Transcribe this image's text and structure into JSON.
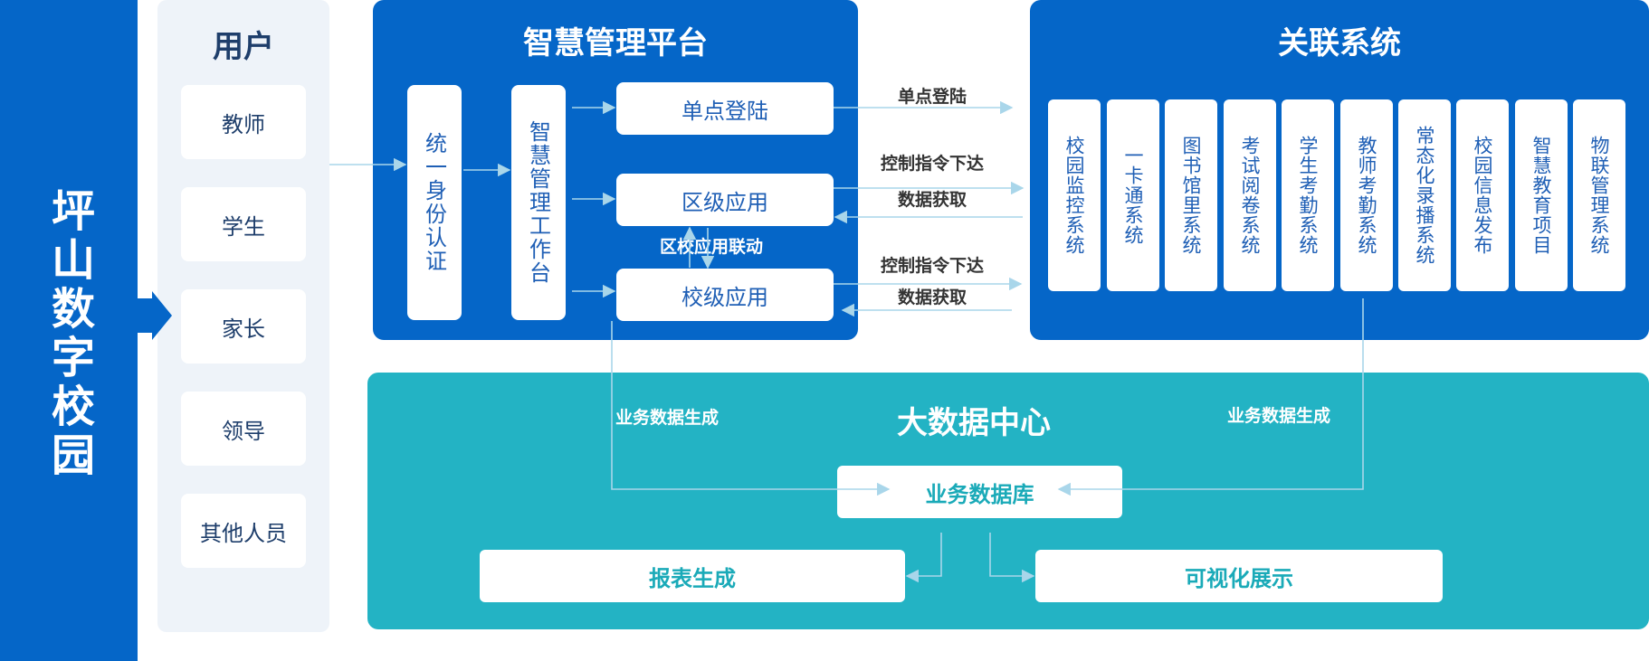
{
  "left_title": "坪山数字校园",
  "users": {
    "title": "用户",
    "items": [
      "教师",
      "学生",
      "家长",
      "领导",
      "其他人员"
    ]
  },
  "platform": {
    "title": "智慧管理平台",
    "identity": "统一身份认证",
    "workbench": "智慧管理工作台",
    "sso": "单点登陆",
    "district_app": "区级应用",
    "school_app": "校级应用",
    "linkage": "区校应用联动"
  },
  "flows": {
    "sso": "单点登陆",
    "control_1": "控制指令下达",
    "data_1": "数据获取",
    "control_2": "控制指令下达",
    "data_2": "数据获取"
  },
  "related": {
    "title": "关联系统",
    "systems": [
      "校园监控系统",
      "一卡通系统",
      "图书馆里系统",
      "考试阅卷系统",
      "学生考勤系统",
      "教师考勤系统",
      "常态化录播系统",
      "校园信息发布",
      "智慧教育项目",
      "物联管理系统"
    ]
  },
  "bigdata": {
    "title": "大数据中心",
    "gen_left": "业务数据生成",
    "gen_right": "业务数据生成",
    "db": "业务数据库",
    "report": "报表生成",
    "visual": "可视化展示"
  },
  "colors": {
    "primary_blue": "#0566c8",
    "teal": "#23b3c4",
    "users_bg": "#eef3f9",
    "arrow": "#a9d6ea"
  }
}
